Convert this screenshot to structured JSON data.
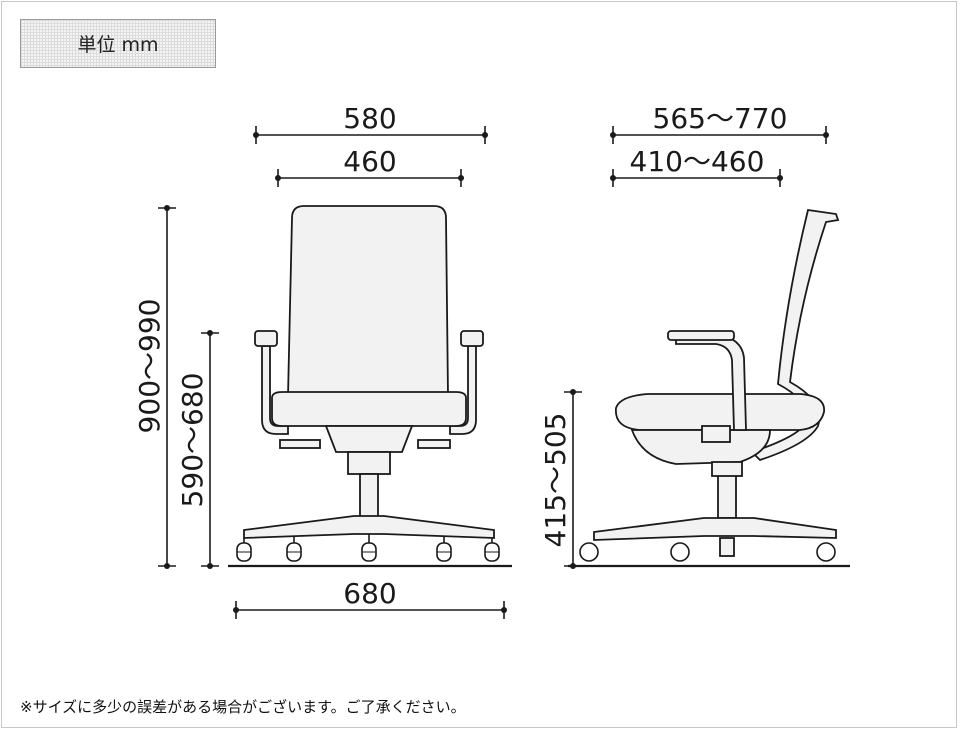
{
  "unit_label": "単位 mm",
  "front_view": {
    "overall_width": "580",
    "seat_width": "460",
    "base_width": "680",
    "overall_height": "900～990",
    "armrest_height": "590～680"
  },
  "side_view": {
    "overall_depth": "565～770",
    "seat_depth": "410～460",
    "seat_height": "415～505"
  },
  "footnote": "※サイズに多少の誤差がある場合がございます。ご了承ください。",
  "colors": {
    "line": "#1a1a1a",
    "seat_fill": "#f2f2f2",
    "frame": "#c8c8c8"
  }
}
